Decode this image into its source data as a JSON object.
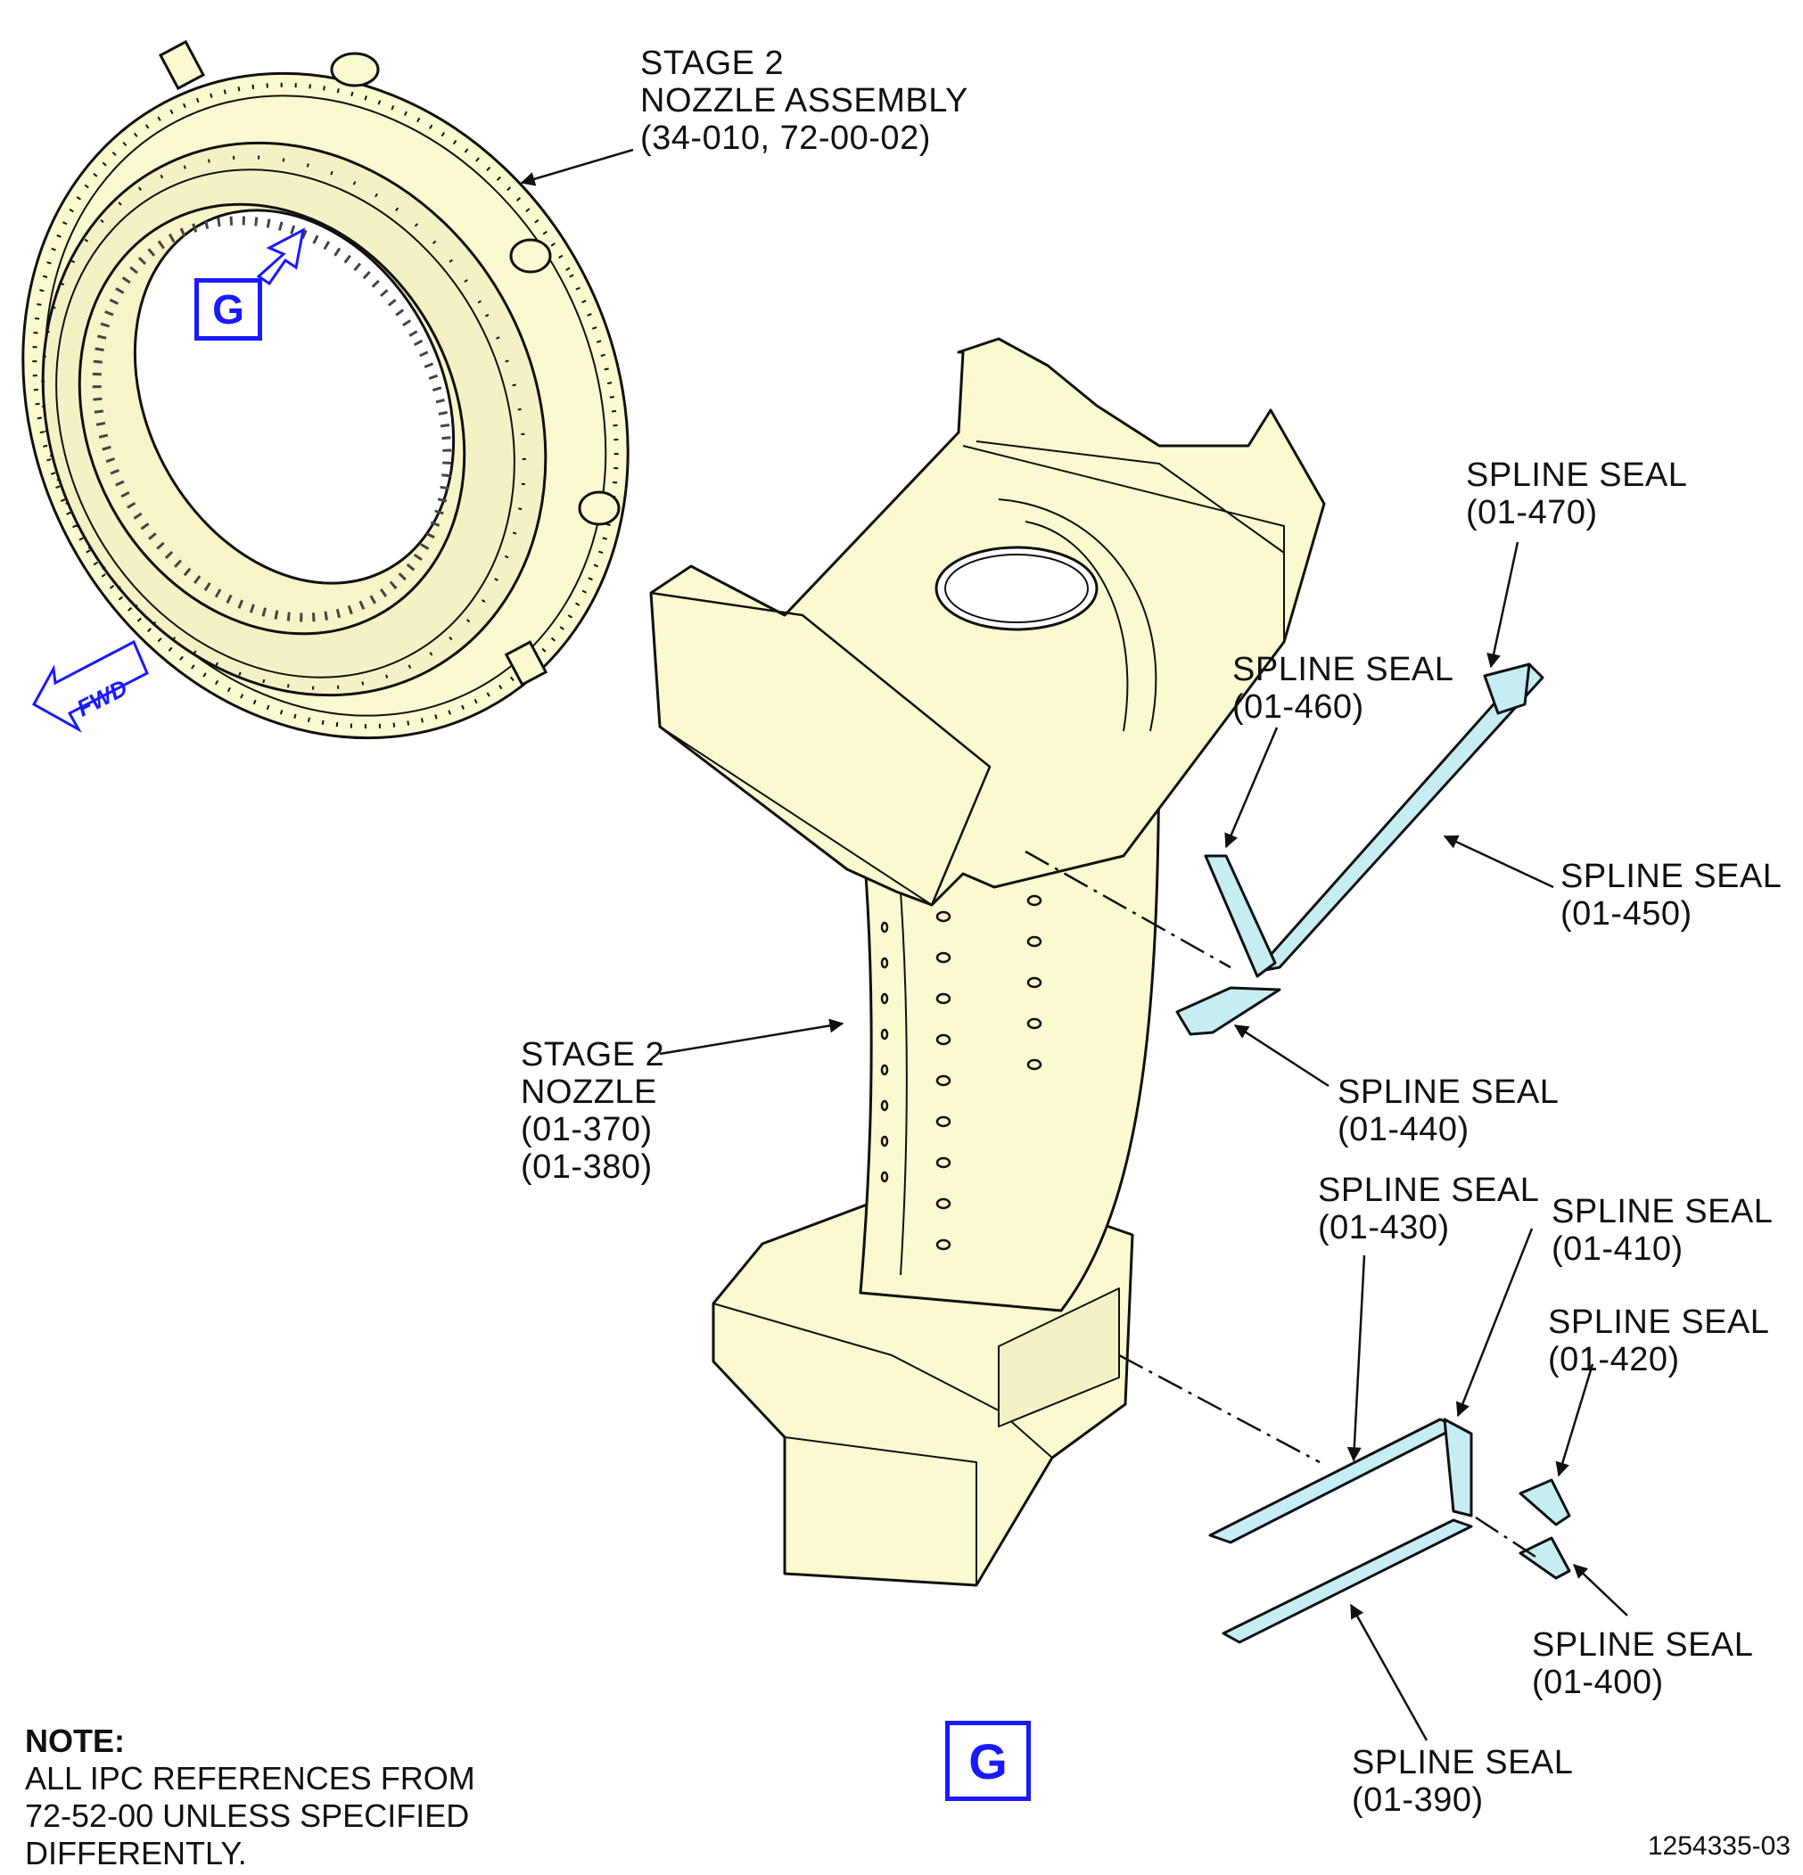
{
  "colors": {
    "part_fill": "#fbf9cf",
    "seal_fill": "#c6eef2",
    "line": "#111111",
    "accent_blue": "#1a1aff"
  },
  "labels": {
    "nozzle_assembly": [
      "STAGE 2",
      "NOZZLE ASSEMBLY",
      "(34-010, 72-00-02)"
    ],
    "stage2_nozzle": [
      "STAGE 2",
      "NOZZLE",
      "(01-370)",
      "(01-380)"
    ],
    "seal_470": [
      "SPLINE SEAL",
      "(01-470)"
    ],
    "seal_460": [
      "SPLINE SEAL",
      "(01-460)"
    ],
    "seal_450": [
      "SPLINE SEAL",
      "(01-450)"
    ],
    "seal_440": [
      "SPLINE SEAL",
      "(01-440)"
    ],
    "seal_430": [
      "SPLINE SEAL",
      "(01-430)"
    ],
    "seal_410": [
      "SPLINE SEAL",
      "(01-410)"
    ],
    "seal_420": [
      "SPLINE SEAL",
      "(01-420)"
    ],
    "seal_400": [
      "SPLINE SEAL",
      "(01-400)"
    ],
    "seal_390": [
      "SPLINE SEAL",
      "(01-390)"
    ]
  },
  "view_marker": "G",
  "fwd_label": "FWD",
  "note": {
    "title": "NOTE:",
    "lines": [
      "ALL IPC REFERENCES FROM",
      "72-52-00 UNLESS SPECIFIED",
      "DIFFERENTLY."
    ]
  },
  "figure_number": "1254335-03"
}
